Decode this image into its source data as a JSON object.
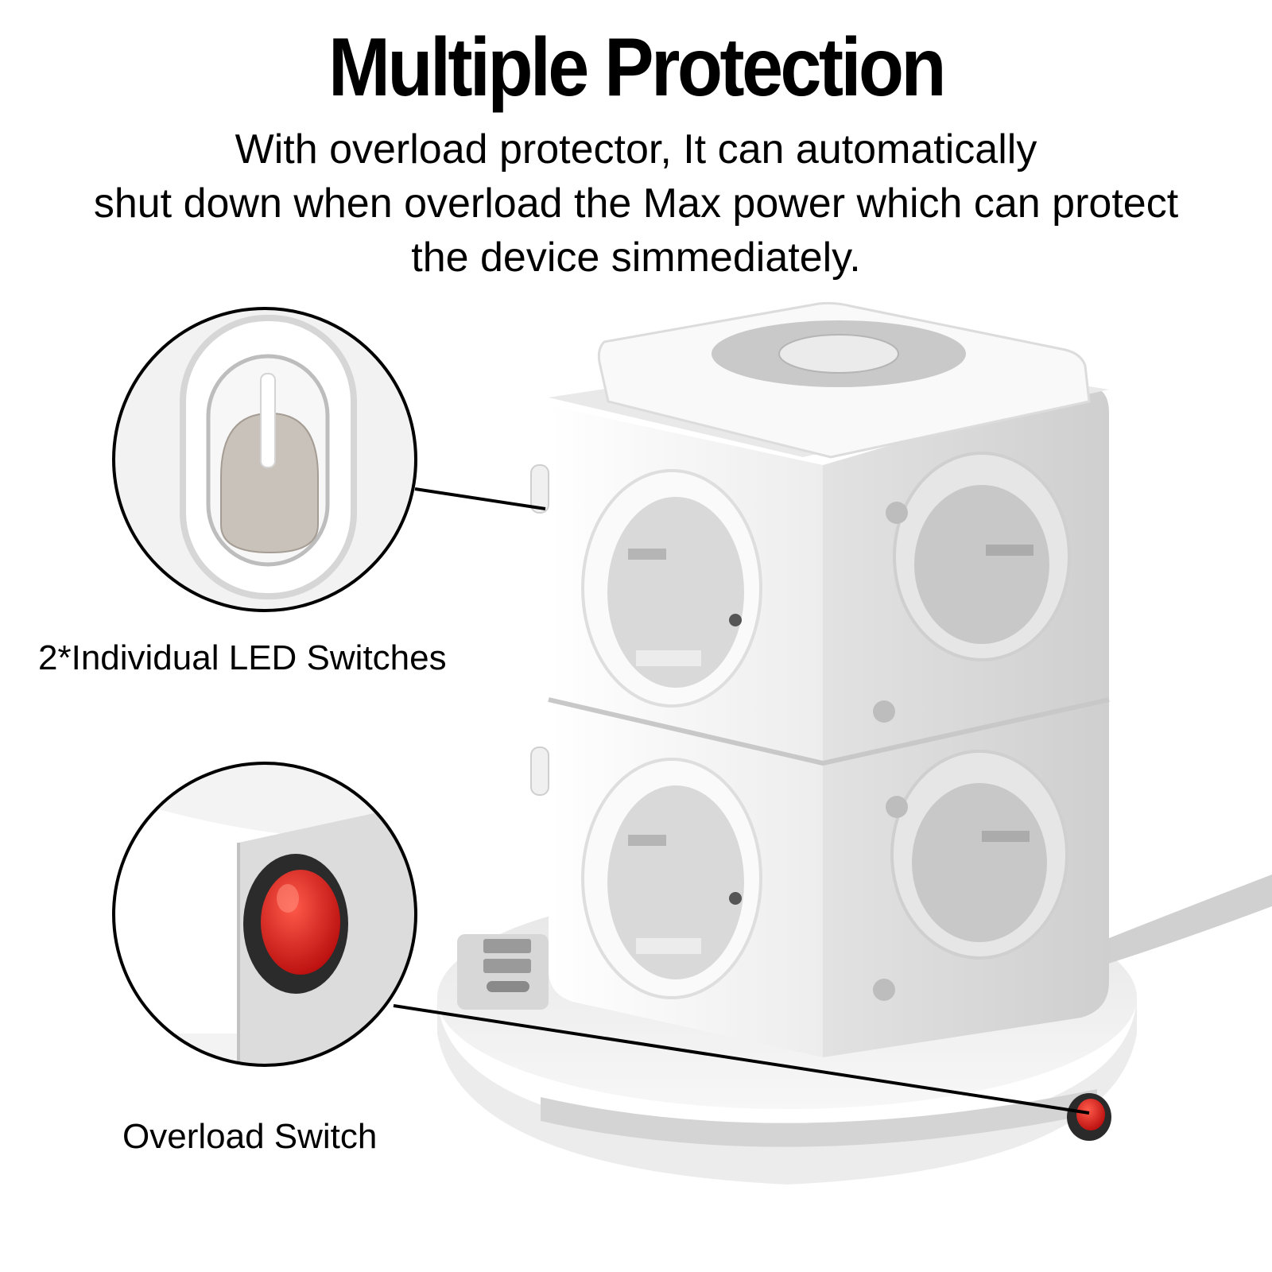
{
  "headline": "Multiple Protection",
  "description": {
    "line1": "With overload protector, It can automatically",
    "line2": "shut down when overload the Max power which can protect",
    "line3": "the device simmediately."
  },
  "callouts": {
    "led_switches": "2*Individual LED Switches",
    "overload_switch": "Overload Switch"
  },
  "colors": {
    "overload_button": "#e31b1b",
    "product_white": "#f4f4f4",
    "product_grey": "#d9d9d9"
  }
}
